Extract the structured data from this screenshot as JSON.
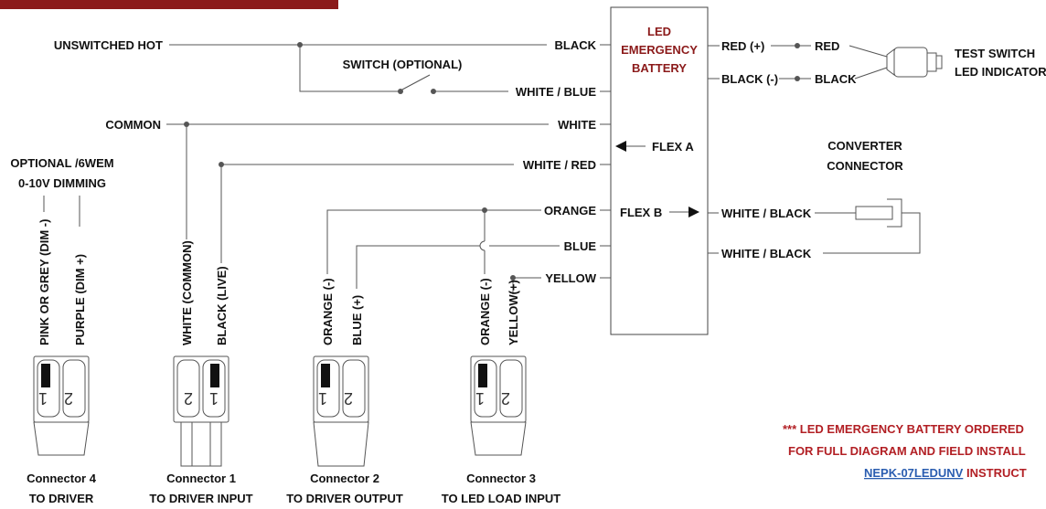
{
  "colors": {
    "accent_bar": "#8b1a1a",
    "battery_label": "#8b1a1a",
    "note": "#b21f24",
    "link": "#2a5db0"
  },
  "battery": {
    "line1": "LED",
    "line2": "EMERGENCY",
    "line3": "BATTERY",
    "flex_a": "FLEX A",
    "flex_b": "FLEX B"
  },
  "inputs": {
    "unswitched_hot": "UNSWITCHED HOT",
    "switch_optional": "SWITCH (OPTIONAL)",
    "common": "COMMON",
    "optional_dimming_1": "OPTIONAL /6WEM",
    "optional_dimming_2": "0-10V DIMMING"
  },
  "wires_left": {
    "black": "BLACK",
    "white_blue": "WHITE / BLUE",
    "white": "WHITE",
    "white_red": "WHITE / RED",
    "orange": "ORANGE",
    "blue": "BLUE",
    "yellow": "YELLOW"
  },
  "wires_right": {
    "red_plus": "RED (+)",
    "red": "RED",
    "black_minus": "BLACK (-)",
    "black": "BLACK",
    "white_black_1": "WHITE / BLACK",
    "white_black_2": "WHITE / BLACK"
  },
  "test_switch": {
    "line1": "TEST SWITCH",
    "line2": "LED INDICATOR"
  },
  "converter": {
    "line1": "CONVERTER",
    "line2": "CONNECTOR"
  },
  "pins": {
    "c4_pin1": "PINK OR GREY (DIM -)",
    "c4_pin2": "PURPLE (DIM +)",
    "c1_pin1": "WHITE (COMMON)",
    "c1_pin2": "BLACK (LIVE)",
    "c2_pin1": "ORANGE (-)",
    "c2_pin2": "BLUE (+)",
    "c3_pin1": "ORANGE (-)",
    "c3_pin2": "YELLOW(+)"
  },
  "connectors": [
    {
      "name": "Connector 4",
      "target": "TO DRIVER"
    },
    {
      "name": "Connector 1",
      "target": "TO DRIVER INPUT"
    },
    {
      "name": "Connector 2",
      "target": "TO DRIVER OUTPUT"
    },
    {
      "name": "Connector 3",
      "target": "TO LED LOAD INPUT"
    }
  ],
  "note": {
    "line1": "*** LED EMERGENCY BATTERY ORDERED",
    "line2": "FOR FULL DIAGRAM AND FIELD INSTALL",
    "link": "NEPK-07LEDUNV",
    "line3_rest": "INSTRUCT"
  }
}
